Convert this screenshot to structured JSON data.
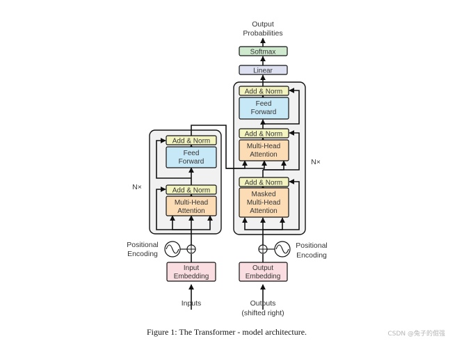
{
  "diagram": {
    "encoder": {
      "add_norm_top": "Add & Norm",
      "feed_forward": [
        "Feed",
        "Forward"
      ],
      "add_norm_bottom": "Add & Norm",
      "attention": [
        "Multi-Head",
        "Attention"
      ],
      "repeat": "N×",
      "positional": [
        "Positional",
        "Encoding"
      ],
      "embedding": [
        "Input",
        "Embedding"
      ],
      "input": "Inputs"
    },
    "decoder": {
      "softmax": "Softmax",
      "linear": "Linear",
      "add_norm_top": "Add & Norm",
      "feed_forward": [
        "Feed",
        "Forward"
      ],
      "add_norm_mid": "Add & Norm",
      "cross_attention": [
        "Multi-Head",
        "Attention"
      ],
      "add_norm_bottom": "Add & Norm",
      "masked_attention": [
        "Masked",
        "Multi-Head",
        "Attention"
      ],
      "repeat": "N×",
      "positional": [
        "Positional",
        "Encoding"
      ],
      "embedding": [
        "Output",
        "Embedding"
      ],
      "input": [
        "Outputs",
        "(shifted right)"
      ],
      "output": [
        "Output",
        "Probabilities"
      ]
    }
  },
  "caption": "Figure 1: The Transformer - model architecture.",
  "watermark": "CSDN @兔子的倔强",
  "colors": {
    "add_norm": "#f3f3c0",
    "feed_forward": "#c7e8f6",
    "attention": "#fbdcb5",
    "embedding": "#f9dde0",
    "linear": "#dde0f0",
    "softmax": "#cfe9cf",
    "stack_bg": "#f1f1f1"
  }
}
